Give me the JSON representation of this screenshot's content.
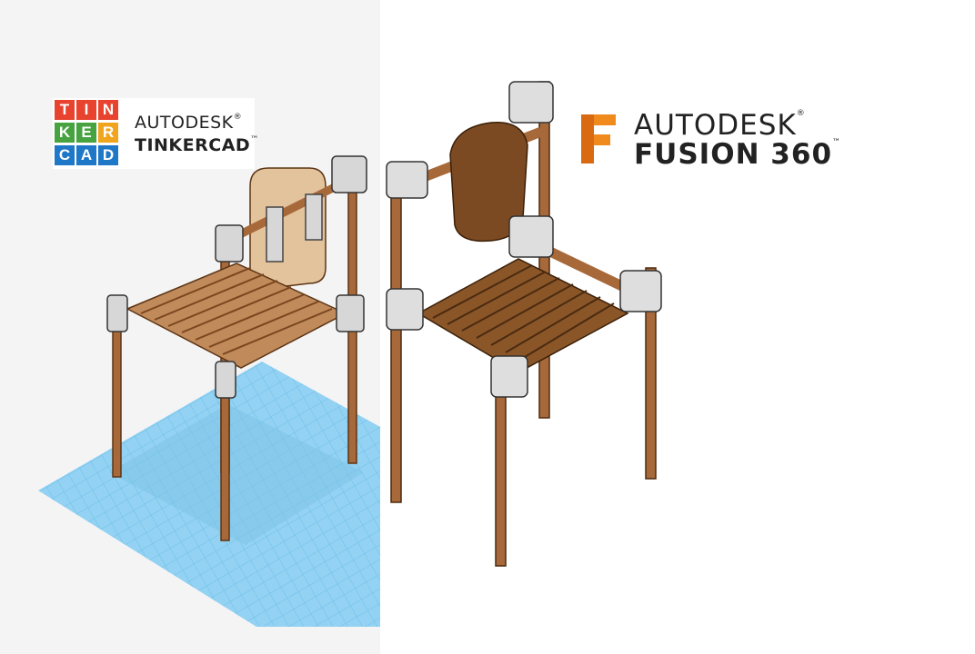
{
  "tinkercad": {
    "tiles": [
      "T",
      "I",
      "N",
      "K",
      "E",
      "R",
      "C",
      "A",
      "D"
    ],
    "tile_colors": [
      "#e8432e",
      "#e8432e",
      "#e8432e",
      "#46a340",
      "#46a340",
      "#f1a51f",
      "#1f77c7",
      "#1f77c7",
      "#1f77c7"
    ],
    "brand": "AUTODESK",
    "product": "TINKERCAD",
    "reg_mark": "®",
    "tm_mark": "™"
  },
  "fusion": {
    "icon_letter": "F",
    "brand": "AUTODESK",
    "product": "FUSION 360",
    "reg_mark": "®",
    "tm_mark": "™",
    "accent": "#f08a1c"
  },
  "colors": {
    "grid_plane": "#8fd0f3",
    "wood": "#a7693a",
    "wood_dark": "#6e3f1c",
    "connector": "#d7d7d7"
  }
}
